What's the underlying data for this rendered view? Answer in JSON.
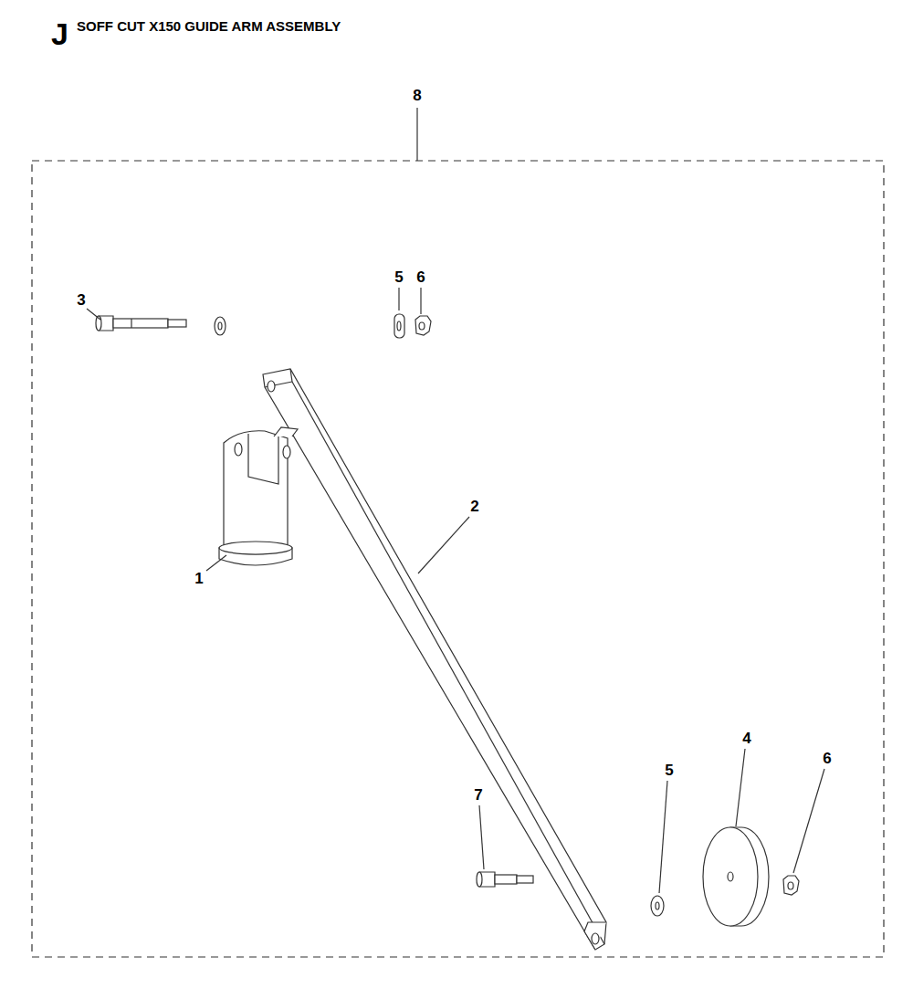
{
  "diagram": {
    "title": "SOFF CUT X150 GUIDE ARM ASSEMBLY",
    "labels": [
      "J",
      "8",
      "3",
      "5",
      "6",
      "2",
      "1",
      "5",
      "4",
      "6",
      "7"
    ]
  }
}
